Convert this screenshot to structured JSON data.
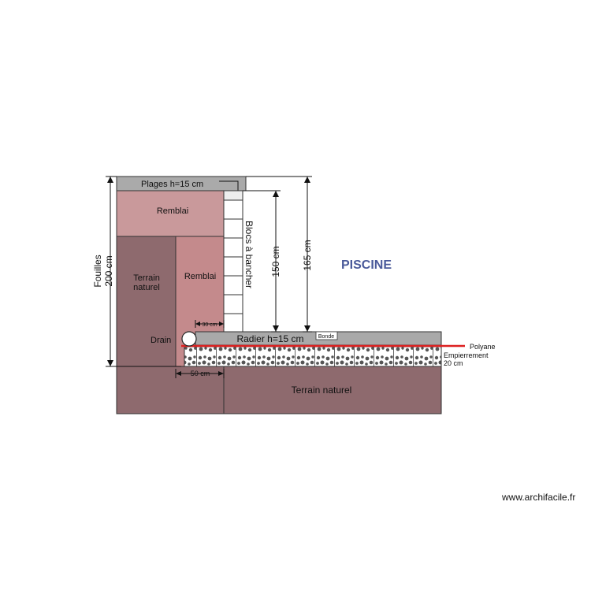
{
  "labels": {
    "plages": "Plages  h=15 cm",
    "remblai_top": "Remblai",
    "remblai_mid": "Remblai",
    "terrain_naturel_left_1": "Terrain",
    "terrain_naturel_left_2": "naturel",
    "blocs": "Blocs à bancher",
    "dim_150": "150 cm",
    "dim_165": "165 cm",
    "piscine": "PISCINE",
    "fouilles_1": "Fouilles",
    "fouilles_2": "200 cm",
    "dim_30": "30 cm",
    "drain": "Drain",
    "radier": "Radier h=15 cm",
    "bonde": "Bonde",
    "polyane": "Polyane",
    "empierrement_1": "Empierrement",
    "empierrement_2": "20 cm",
    "dim_50": "50 cm",
    "terrain_naturel_bottom": "Terrain naturel",
    "website": "www.archifacile.fr"
  },
  "colors": {
    "plage": "#aaaaaa",
    "remblai_top": "#c9999b",
    "remblai_mid": "#c48a8c",
    "terrain": "#8e6a6e",
    "radier": "#a9a9a9",
    "polyane": "#dd2020",
    "piscine_text": "#4a5a9a"
  }
}
